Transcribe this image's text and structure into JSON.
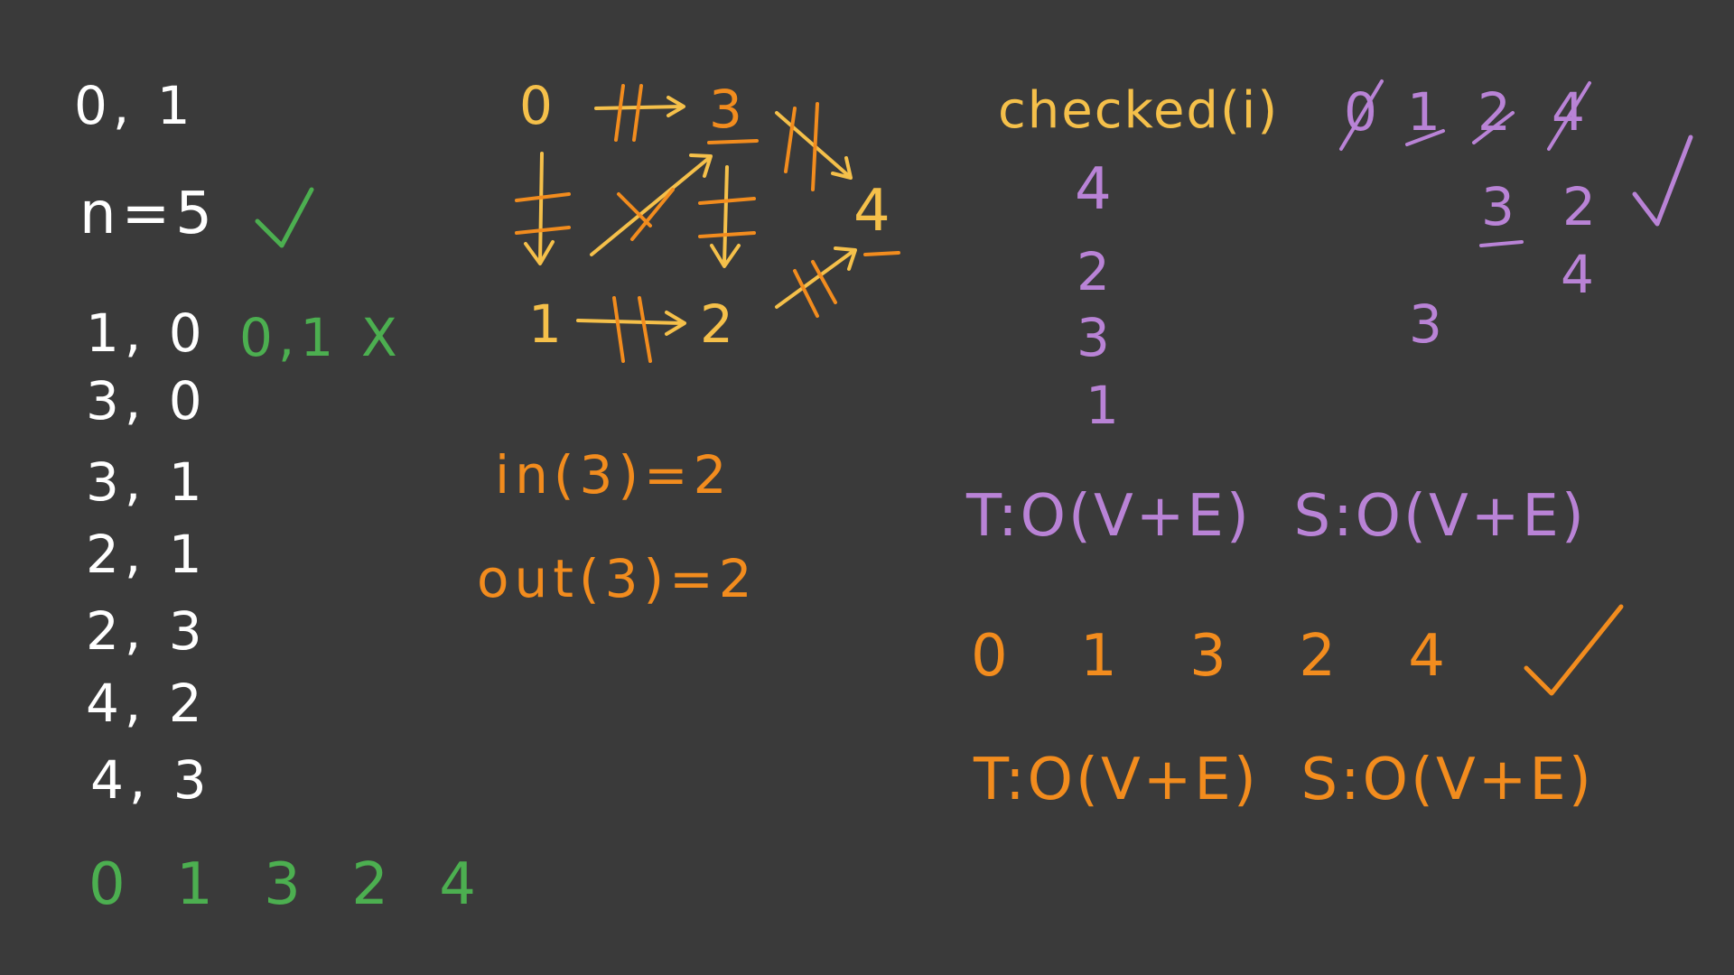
{
  "left": {
    "pair_first": "0, 1",
    "n_line": "n=5",
    "edges": [
      "1, 0",
      "3, 0",
      "3, 1",
      "2, 1",
      "2, 3",
      "4, 2",
      "4, 3"
    ],
    "bad_order": "0,1",
    "bad_mark": "X",
    "result": "0 1 3 2 4"
  },
  "graph": {
    "nodes": [
      "0",
      "3",
      "4",
      "1",
      "2"
    ],
    "in_label": "in(3)=2",
    "out_label": "out(3)=2"
  },
  "right": {
    "checked_label": "checked(i)",
    "checked_values": [
      "4",
      "2",
      "3",
      "1"
    ],
    "queue_top": [
      "0",
      "1",
      "2",
      "4"
    ],
    "col3_below": "3",
    "col4_values": [
      "2",
      "4"
    ],
    "col2_value": "3",
    "purple_complexity": "T:O(V+E)  S:O(V+E)",
    "orange_order": "0 1 3 2 4",
    "orange_complexity": "T:O(V+E)  S:O(V+E)"
  },
  "colors": {
    "background": "#3a3a3a",
    "white": "#ffffff",
    "green": "#4caf50",
    "yellow": "#f5c04a",
    "orange": "#f28c1e",
    "purple": "#b983d6"
  },
  "icons": [
    "checkmark-icon",
    "cross-icon"
  ]
}
